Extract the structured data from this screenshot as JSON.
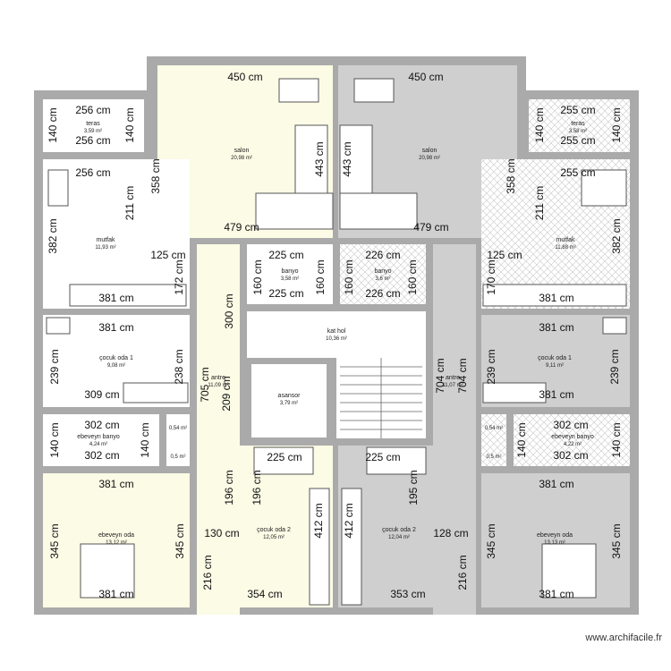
{
  "watermark": "www.archifacile.fr",
  "colors": {
    "wall": "#aaaaaa",
    "yellow": "#fbfbe6",
    "grey": "#cfcfcf",
    "white": "#ffffff",
    "stroke": "#8a8a8a"
  },
  "rooms": {
    "salon_l": {
      "name": "salon",
      "area": "20,98 m²"
    },
    "salon_r": {
      "name": "salon",
      "area": "20,98 m²"
    },
    "teras_l": {
      "name": "teras",
      "area": "3,59 m²"
    },
    "teras_r": {
      "name": "teras",
      "area": "3,58 m²"
    },
    "mutfak_l": {
      "name": "mutfak",
      "area": "11,93 m²"
    },
    "mutfak_r": {
      "name": "mutfak",
      "area": "11,88 m²"
    },
    "banyo_l": {
      "name": "banyo",
      "area": "3,58 m²"
    },
    "banyo_r": {
      "name": "banyo",
      "area": "3,6 m²"
    },
    "kathol": {
      "name": "kat hol",
      "area": "10,36 m²"
    },
    "cocuk1_l": {
      "name": "çocuk oda 1",
      "area": "9,08 m²"
    },
    "cocuk1_r": {
      "name": "çocuk oda 1",
      "area": "9,11 m²"
    },
    "antre_l": {
      "name": "antre",
      "area": "11,09 m²"
    },
    "antre_r": {
      "name": "antre",
      "area": "11,07 m²"
    },
    "asansor": {
      "name": "asansor",
      "area": "3,79 m²"
    },
    "ebbanyo_l": {
      "name": "ebeveyn banyo",
      "area": "4,24 m²"
    },
    "ebbanyo_r": {
      "name": "ebeveyn banyo",
      "area": "4,22 m²"
    },
    "small_l1": {
      "name": "0,54 m²"
    },
    "small_l2": {
      "name": "0,5 m²"
    },
    "small_r1": {
      "name": "0,54 m²"
    },
    "small_r2": {
      "name": "0,5 m²"
    },
    "cocuk2_l": {
      "name": "çocuk oda 2",
      "area": "12,05 m²"
    },
    "cocuk2_r": {
      "name": "çocuk oda 2",
      "area": "12,04 m²"
    },
    "ebeveyn_l": {
      "name": "ebeveyn oda",
      "area": "13,12 m²"
    },
    "ebeveyn_r": {
      "name": "ebeveyn oda",
      "area": "13,13 m²"
    }
  },
  "dimensions": {
    "d450l": "450 cm",
    "d450r": "450 cm",
    "d256a": "256 cm",
    "d256b": "256 cm",
    "d256c": "256 cm",
    "d140a": "140 cm",
    "d140b": "140 cm",
    "d255a": "255 cm",
    "d255b": "255 cm",
    "d255c": "255 cm",
    "d140c": "140 cm",
    "d140d": "140 cm",
    "d443a": "443 cm",
    "d443b": "443 cm",
    "d358a": "358 cm",
    "d358b": "358 cm",
    "d211a": "211 cm",
    "d211b": "211 cm",
    "d382a": "382 cm",
    "d382b": "382 cm",
    "d479a": "479 cm",
    "d479b": "479 cm",
    "d125a": "125 cm",
    "d125b": "125 cm",
    "d225a": "225 cm",
    "d226a": "226 cm",
    "d225b": "225 cm",
    "d226b": "226 cm",
    "d160a": "160 cm",
    "d160b": "160 cm",
    "d160c": "160 cm",
    "d160d": "160 cm",
    "d172": "172 cm",
    "d170": "170 cm",
    "d381a": "381 cm",
    "d381b": "381 cm",
    "d300": "300 cm",
    "d381c": "381 cm",
    "d381d": "381 cm",
    "d239a": "239 cm",
    "d238": "238 cm",
    "d239b": "239 cm",
    "d239c": "239 cm",
    "d705": "705 cm",
    "d209": "209 cm",
    "d704a": "704 cm",
    "d704b": "704 cm",
    "d309": "309 cm",
    "d381e": "381 cm",
    "d302a": "302 cm",
    "d302b": "302 cm",
    "d302c": "302 cm",
    "d302d": "302 cm",
    "d140e": "140 cm",
    "d140f": "140 cm",
    "d140g": "140 cm",
    "d140h": "140 cm",
    "d225c": "225 cm",
    "d225d": "225 cm",
    "d196a": "196 cm",
    "d196b": "196 cm",
    "d195": "195 cm",
    "d381f": "381 cm",
    "d381g": "381 cm",
    "d345a": "345 cm",
    "d345b": "345 cm",
    "d345c": "345 cm",
    "d345d": "345 cm",
    "d130": "130 cm",
    "d128": "128 cm",
    "d412a": "412 cm",
    "d412b": "412 cm",
    "d216a": "216 cm",
    "d216b": "216 cm",
    "d381h": "381 cm",
    "d354": "354 cm",
    "d353": "353 cm",
    "d381i": "381 cm"
  }
}
